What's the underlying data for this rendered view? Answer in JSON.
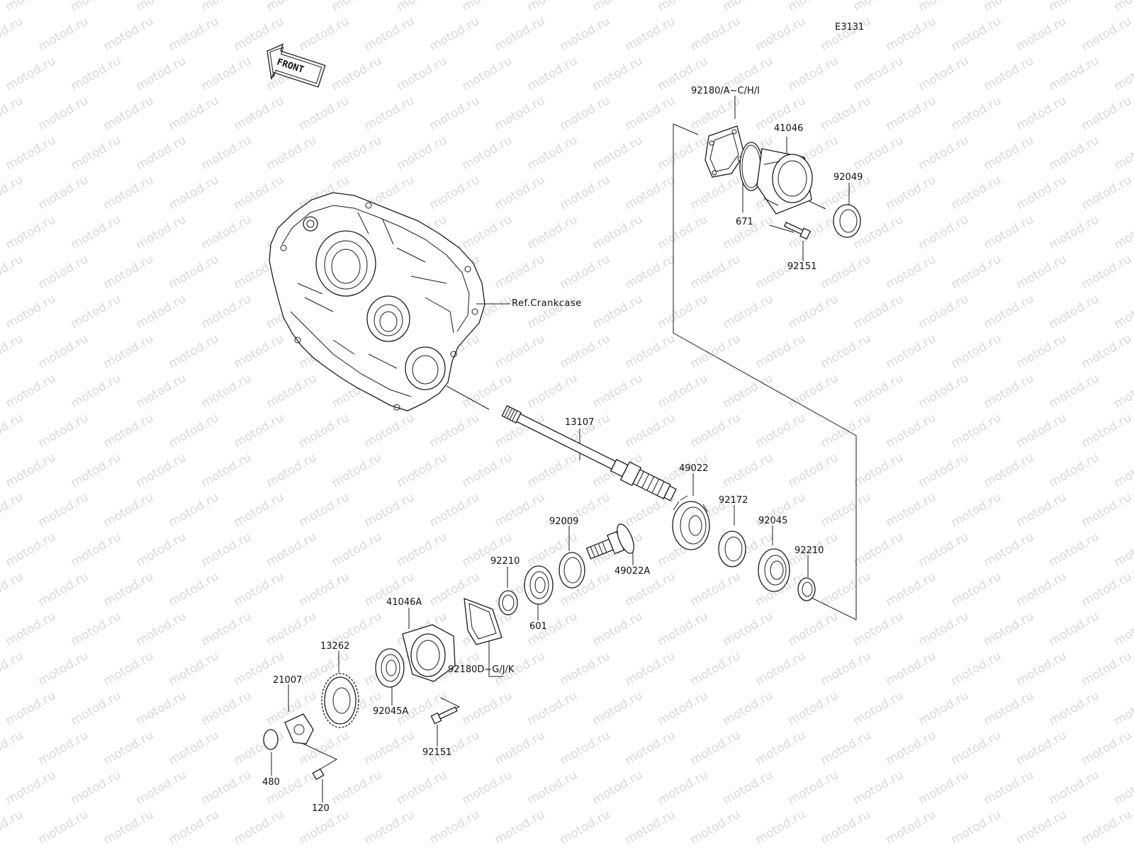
{
  "diagram": {
    "code": "E3131",
    "front_label": "FRONT",
    "watermark": "motod.ru",
    "reference": "Ref.Crankcase"
  },
  "parts": [
    {
      "id": "p92180a",
      "number": "92180/A~C/H/I"
    },
    {
      "id": "p41046",
      "number": "41046"
    },
    {
      "id": "p92049",
      "number": "92049"
    },
    {
      "id": "p671",
      "number": "671"
    },
    {
      "id": "p92151a",
      "number": "92151"
    },
    {
      "id": "p13107",
      "number": "13107"
    },
    {
      "id": "p49022",
      "number": "49022"
    },
    {
      "id": "p92172",
      "number": "92172"
    },
    {
      "id": "p92045",
      "number": "92045"
    },
    {
      "id": "p92210a",
      "number": "92210"
    },
    {
      "id": "p92009",
      "number": "92009"
    },
    {
      "id": "p49022a",
      "number": "49022A"
    },
    {
      "id": "p92210b",
      "number": "92210"
    },
    {
      "id": "p601",
      "number": "601"
    },
    {
      "id": "p41046a",
      "number": "41046A"
    },
    {
      "id": "p92180d",
      "number": "92180D~G/J/K"
    },
    {
      "id": "p13262",
      "number": "13262"
    },
    {
      "id": "p21007",
      "number": "21007"
    },
    {
      "id": "p92045a",
      "number": "92045A"
    },
    {
      "id": "p92151b",
      "number": "92151"
    },
    {
      "id": "p480",
      "number": "480"
    },
    {
      "id": "p120",
      "number": "120"
    }
  ]
}
